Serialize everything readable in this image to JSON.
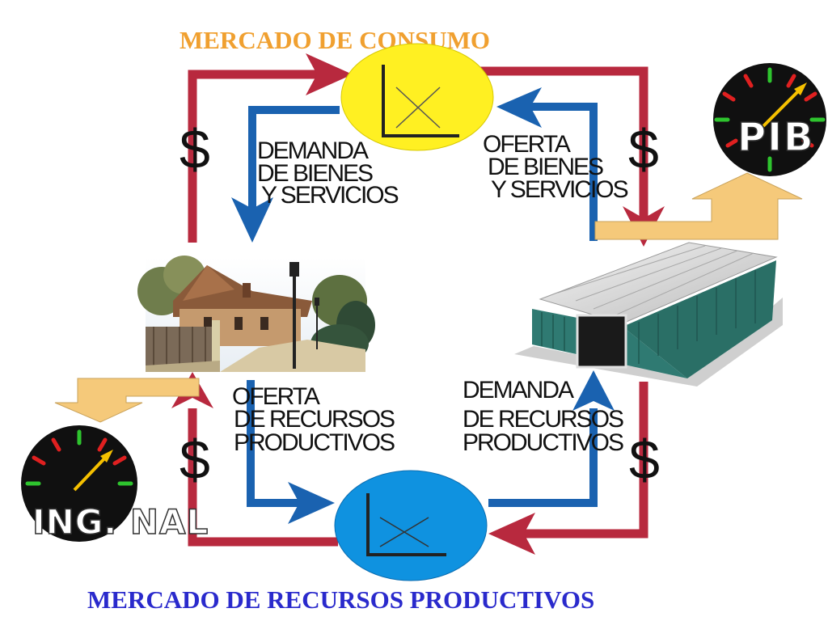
{
  "titles": {
    "top": "MERCADO DE CONSUMO",
    "bottom": "MERCADO DE RECURSOS PRODUCTIVOS"
  },
  "labels": {
    "demanda_bienes": [
      "DEMANDA",
      "DE BIENES",
      "Y SERVICIOS"
    ],
    "oferta_bienes": [
      "OFERTA",
      "DE BIENES",
      "Y SERVICIOS"
    ],
    "oferta_recursos": [
      "OFERTA",
      "DE RECURSOS",
      "PRODUCTIVOS"
    ],
    "demanda_recursos": [
      "DEMANDA",
      "DE RECURSOS",
      "PRODUCTIVOS"
    ]
  },
  "money_symbol": "$",
  "gauges": {
    "pib": "PIB",
    "ing_nal": "ING. NAL"
  },
  "colors": {
    "title_orange": "#F0A030",
    "title_blue": "#2A2ACC",
    "money_flow": "#B8293E",
    "real_flow": "#1A62B0",
    "market_consumo": "#FFF022",
    "market_recursos": "#0F92E0",
    "gauge_arrow": "#F5C97A"
  }
}
